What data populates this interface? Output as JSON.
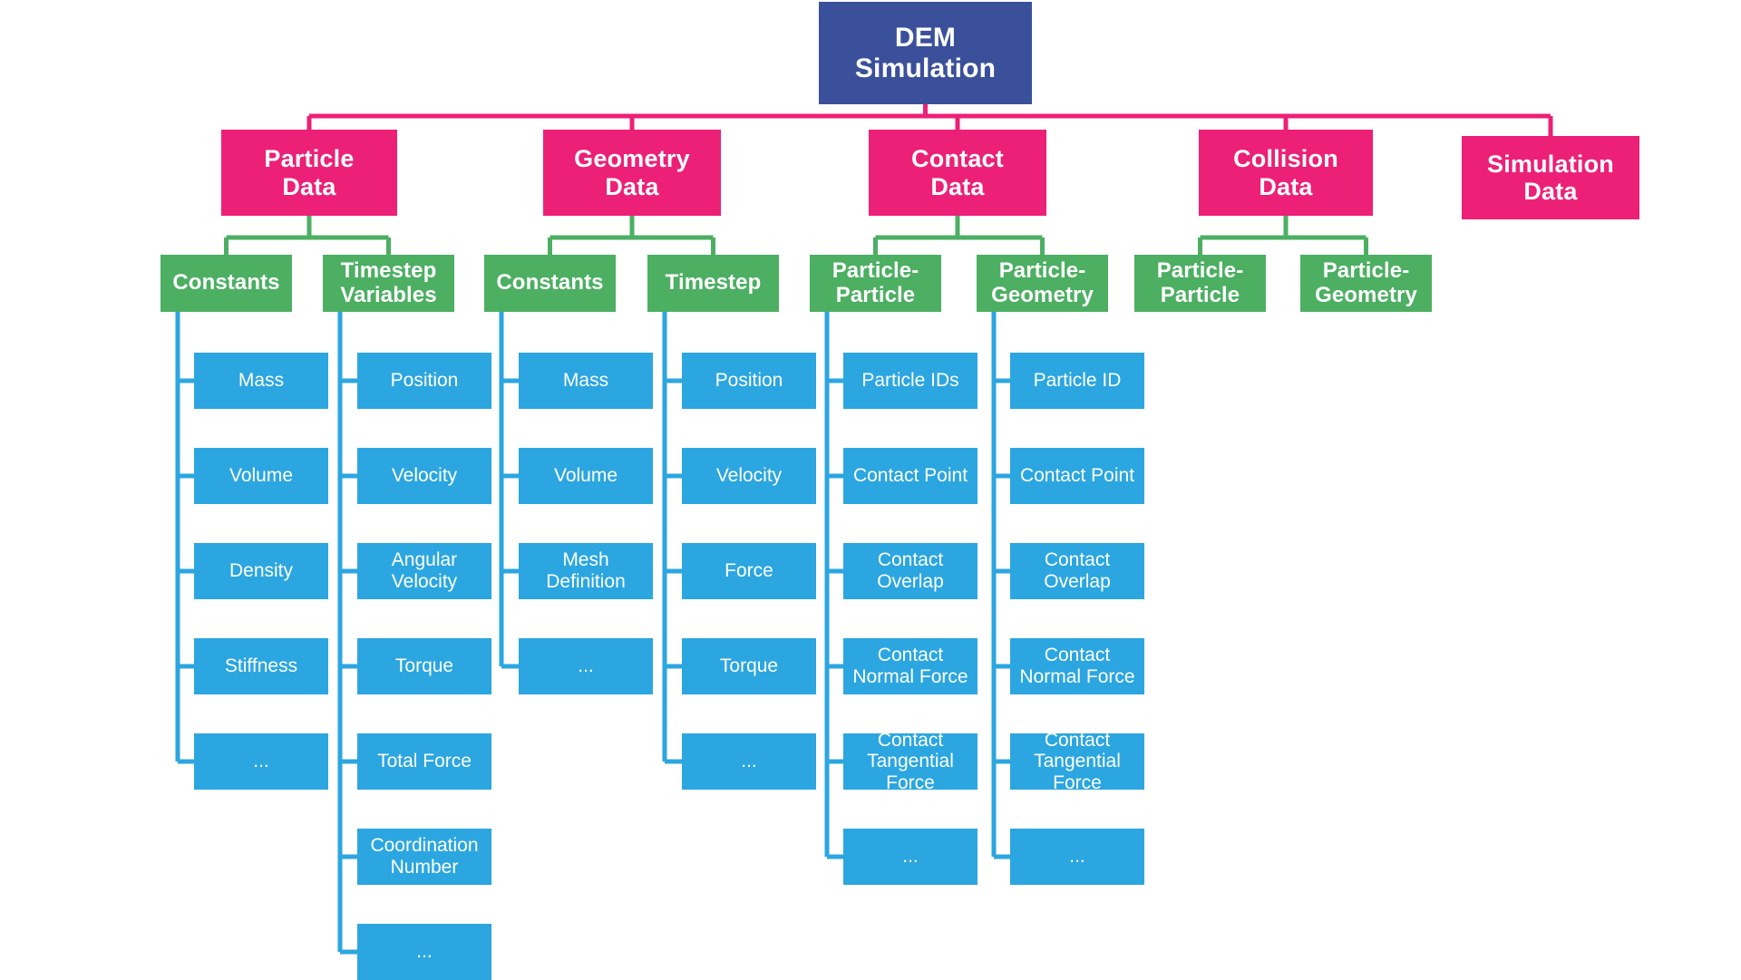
{
  "diagram": {
    "title": "DEM Simulation data hierarchy",
    "colors": {
      "root": "#3b509a",
      "level1": "#ec2077",
      "level2": "#4caf62",
      "leaf": "#2ba6e0",
      "text": "#ffffff",
      "background": "#ffffff"
    },
    "root": {
      "label": "DEM\nSimulation"
    },
    "level1": [
      {
        "id": "particle-data",
        "label": "Particle\nData"
      },
      {
        "id": "geometry-data",
        "label": "Geometry\nData"
      },
      {
        "id": "contact-data",
        "label": "Contact\nData"
      },
      {
        "id": "collision-data",
        "label": "Collision\nData"
      },
      {
        "id": "simulation-data",
        "label": "Simulation\nData"
      }
    ],
    "groups": [
      {
        "id": "particle-constants",
        "parent": "particle-data",
        "label": "Constants",
        "leaves": [
          "Mass",
          "Volume",
          "Density",
          "Stiffness",
          "..."
        ]
      },
      {
        "id": "particle-timestep-variables",
        "parent": "particle-data",
        "label": "Timestep\nVariables",
        "leaves": [
          "Position",
          "Velocity",
          "Angular\nVelocity",
          "Torque",
          "Total Force",
          "Coordination\nNumber",
          "..."
        ]
      },
      {
        "id": "geometry-constants",
        "parent": "geometry-data",
        "label": "Constants",
        "leaves": [
          "Mass",
          "Volume",
          "Mesh\nDefinition",
          "..."
        ]
      },
      {
        "id": "geometry-timestep",
        "parent": "geometry-data",
        "label": "Timestep",
        "leaves": [
          "Position",
          "Velocity",
          "Force",
          "Torque",
          "..."
        ]
      },
      {
        "id": "contact-particle-particle",
        "parent": "contact-data",
        "label": "Particle-\nParticle",
        "leaves": [
          "Particle IDs",
          "Contact Point",
          "Contact\nOverlap",
          "Contact\nNormal Force",
          "Contact\nTangential\nForce",
          "..."
        ]
      },
      {
        "id": "contact-particle-geometry",
        "parent": "contact-data",
        "label": "Particle-\nGeometry",
        "leaves": [
          "Particle ID",
          "Contact Point",
          "Contact\nOverlap",
          "Contact\nNormal Force",
          "Contact\nTangential\nForce",
          "..."
        ]
      },
      {
        "id": "collision-particle-particle",
        "parent": "collision-data",
        "label": "Particle-\nParticle",
        "leaves": []
      },
      {
        "id": "collision-particle-geometry",
        "parent": "collision-data",
        "label": "Particle-\nGeometry",
        "leaves": []
      }
    ]
  }
}
